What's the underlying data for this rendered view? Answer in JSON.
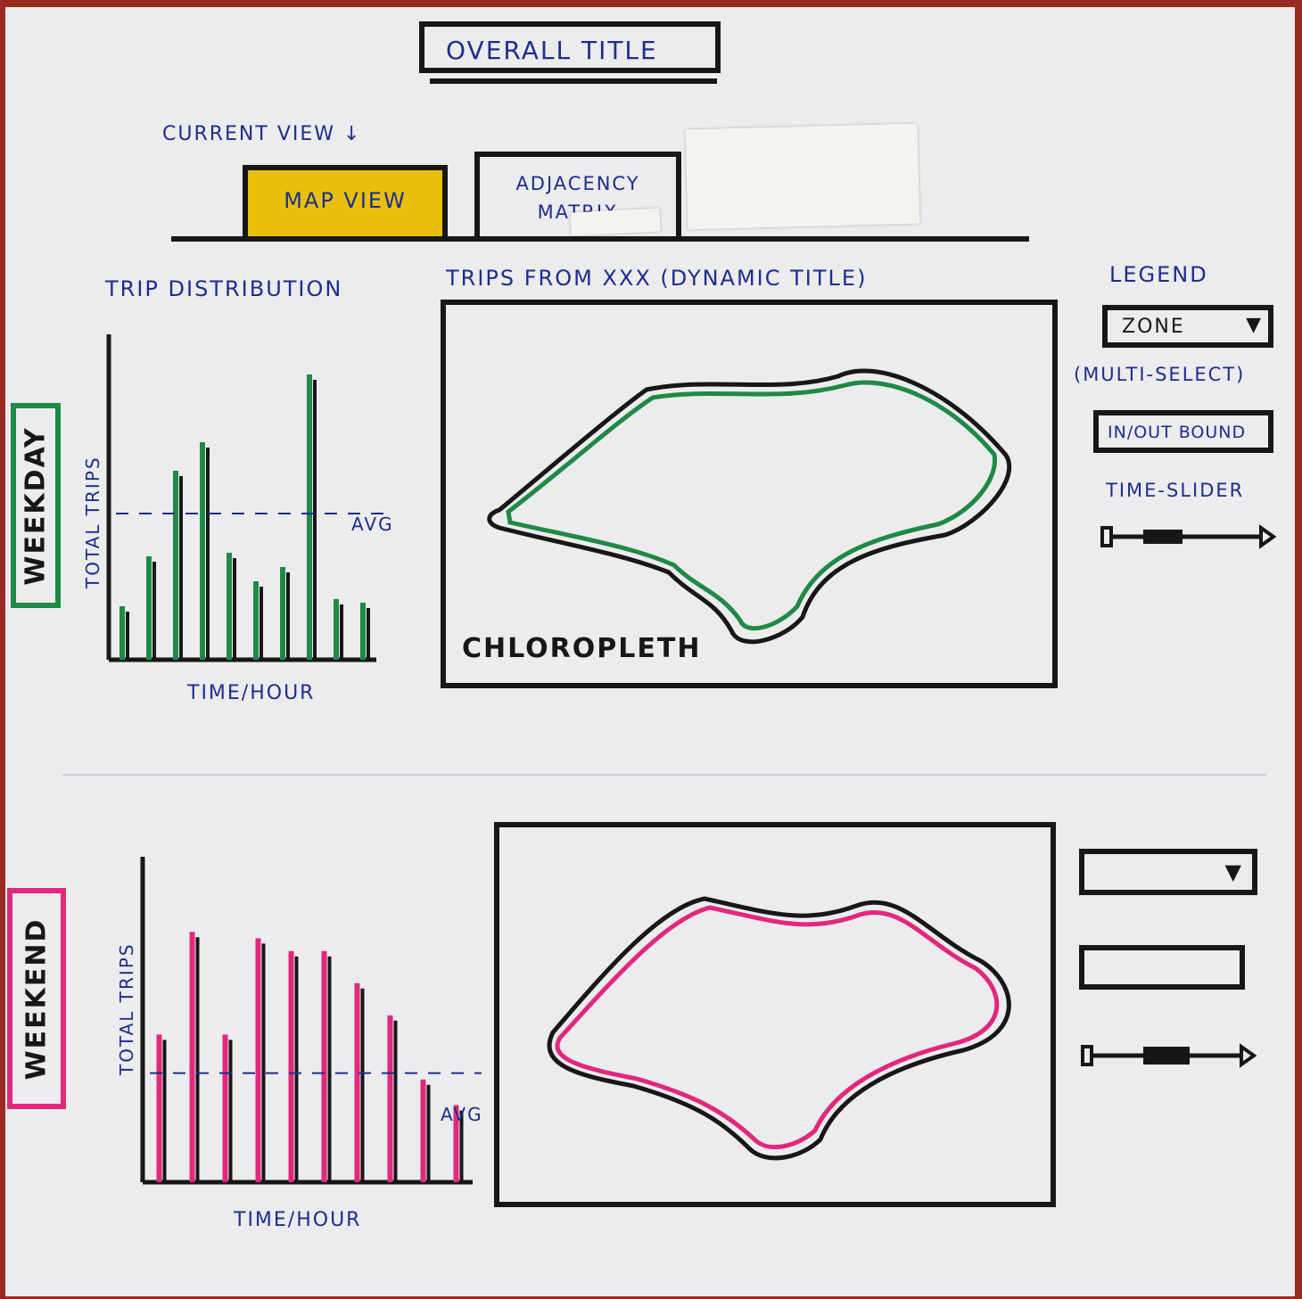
{
  "header": {
    "overall_title": "OVERALL TITLE"
  },
  "navigation": {
    "current_view_note": "CURRENT VIEW ↓",
    "tabs": [
      {
        "label": "MAP VIEW",
        "active": true
      },
      {
        "label": "ADJACENCY MATRIX"
      }
    ]
  },
  "sections": {
    "weekday": {
      "label": "WEEKDAY",
      "color": "#1e8a45"
    },
    "weekend": {
      "label": "WEEKEND",
      "color": "#e2287c"
    }
  },
  "trip_chart_title": "TRIP DISTRIBUTION",
  "map_title": "TRIPS FROM XXX (DYNAMIC TITLE)",
  "map_label": "CHLOROPLETH",
  "legend": {
    "title": "LEGEND",
    "zone_dropdown_value": "ZONE",
    "zone_note": "(MULTI-SELECT)",
    "inout_label": "IN/OUT BOUND",
    "time_slider_label": "TIME-SLIDER"
  },
  "chart_data": [
    {
      "type": "bar",
      "section": "WEEKDAY",
      "xlabel": "TIME/HOUR",
      "ylabel": "TOTAL TRIPS",
      "reference_line": {
        "label": "AVG",
        "value": 4.1
      },
      "ylim": [
        0,
        9
      ],
      "series": [
        {
          "values": [
            1.5,
            2.9,
            5.3,
            6.1,
            3.0,
            2.2,
            2.6,
            8.0,
            1.7,
            1.6
          ]
        }
      ]
    },
    {
      "type": "bar",
      "section": "WEEKEND",
      "xlabel": "TIME/HOUR",
      "ylabel": "TOTAL TRIPS",
      "reference_line": {
        "label": "AVG",
        "value": 1.7
      },
      "ylim": [
        0,
        5
      ],
      "series": [
        {
          "values": [
            2.3,
            3.9,
            2.3,
            3.8,
            3.6,
            3.6,
            3.1,
            2.6,
            1.6,
            1.2
          ]
        }
      ]
    }
  ]
}
